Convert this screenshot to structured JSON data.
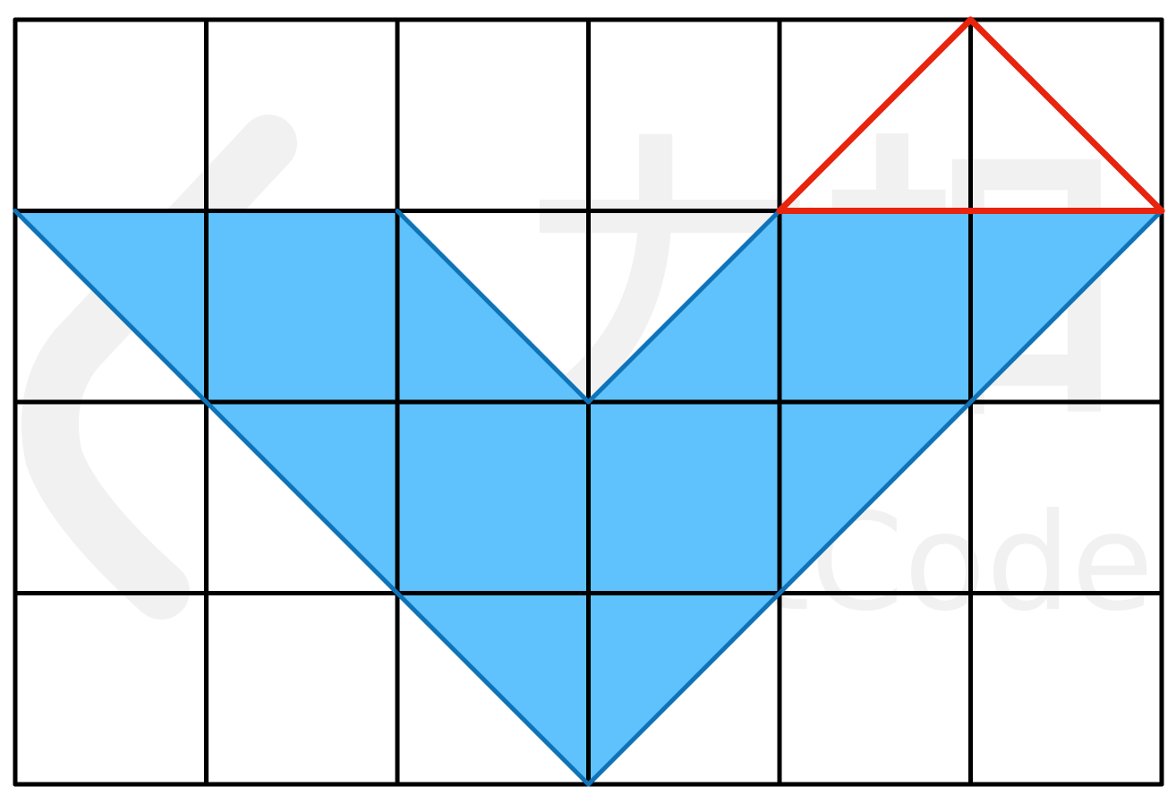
{
  "grid": {
    "cols": 6,
    "rows": 4
  },
  "colors": {
    "fill": "#56BFFD",
    "blue_line": "#0F73B8",
    "red_line": "#E8230E",
    "grid_line": "#000000",
    "watermark": "#E6E6E6",
    "cell_edge_white": "#FFFFFF"
  },
  "watermark": {
    "logo_text": "力扣",
    "brand_text": "LeetCode"
  },
  "regions": {
    "water_polygon": [
      [
        0,
        1
      ],
      [
        1,
        1
      ],
      [
        2,
        1
      ],
      [
        3,
        2
      ],
      [
        4,
        1
      ],
      [
        5,
        1
      ],
      [
        6,
        1
      ],
      [
        5,
        2
      ],
      [
        4,
        3
      ],
      [
        3,
        4
      ],
      [
        2,
        3
      ],
      [
        1,
        2
      ]
    ]
  },
  "blue_segments": [
    [
      [
        0,
        1
      ],
      [
        3,
        4
      ]
    ],
    [
      [
        3,
        4
      ],
      [
        6,
        1
      ]
    ],
    [
      [
        2,
        1
      ],
      [
        3,
        2
      ]
    ],
    [
      [
        3,
        2
      ],
      [
        4,
        1
      ]
    ]
  ],
  "red_segments": [
    [
      [
        4,
        1
      ],
      [
        5,
        0
      ]
    ],
    [
      [
        5,
        0
      ],
      [
        6,
        1
      ]
    ],
    [
      [
        4,
        1
      ],
      [
        6,
        1
      ]
    ]
  ]
}
